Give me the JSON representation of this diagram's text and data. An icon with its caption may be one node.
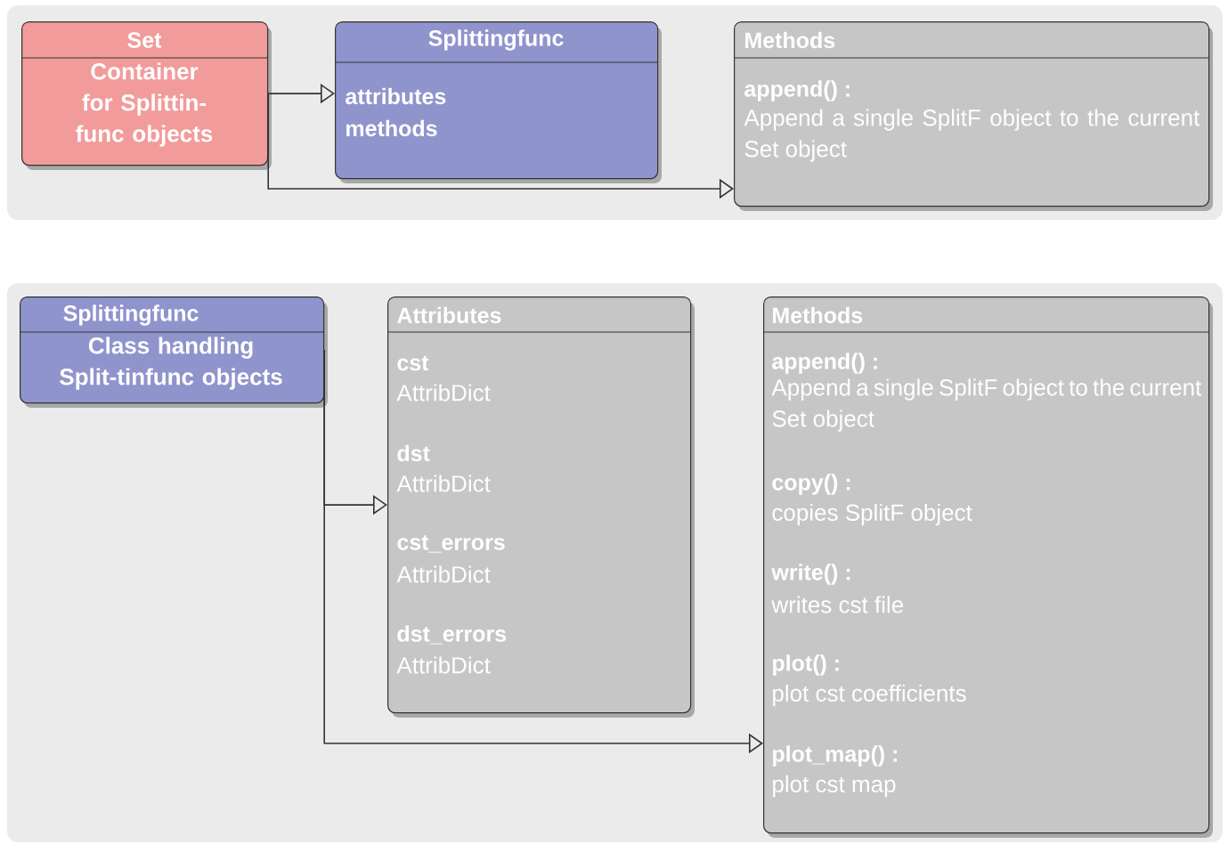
{
  "diagram": {
    "nodes": [
      {
        "text": [
          "Set",
          "Container for Splittin-func objects"
        ]
      },
      {
        "text": [
          "Splittingfunc",
          "attributes",
          "methods"
        ]
      },
      {
        "text": [
          "Methods",
          "append() :",
          "Append a single SplitF object to the current Set object"
        ]
      },
      {
        "text": [
          "Splittingfunc",
          "Class handling Split-tinfunc objects"
        ]
      },
      {
        "text": [
          "Attributes",
          "cst",
          "AttribDict",
          "dst",
          "AttribDict",
          "cst_errors",
          "AttribDict",
          "dst_errors",
          "AttribDict"
        ]
      },
      {
        "text": [
          "Methods",
          "append() :",
          "Append a single SplitF object to the current Set object",
          "copy() :",
          "copies SplitF object",
          "write() :",
          "writes cst file",
          "plot() :",
          "plot cst coefficients",
          "plot_map() :",
          "plot cst map"
        ]
      }
    ],
    "edges": [
      {
        "from": 0,
        "to": 1,
        "arrow": "to"
      },
      {
        "from": 0,
        "to": 2,
        "arrow": "to"
      },
      {
        "from": 3,
        "to": 4,
        "arrow": "to"
      },
      {
        "from": 3,
        "to": 5,
        "arrow": "to"
      }
    ]
  }
}
